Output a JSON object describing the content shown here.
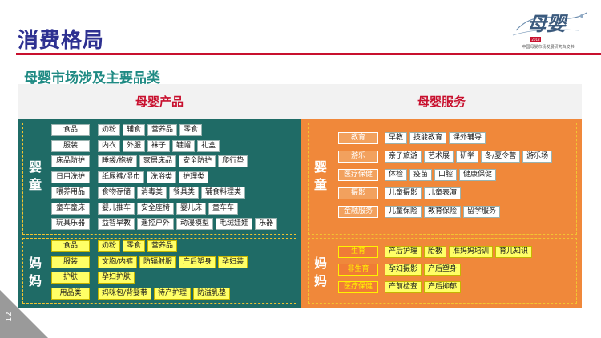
{
  "page": {
    "title": "消费格局",
    "subtitle": "母婴市场涉及主要品类",
    "page_number": "12"
  },
  "logo": {
    "main": "母婴",
    "seal": "2018",
    "sub": "中国母婴市场发展研究白皮书"
  },
  "colors": {
    "title": "#2e3191",
    "accent_red": "#c8102e",
    "teal_panel": "#1f6b66",
    "orange_panel": "#f0883a",
    "highlight_yellow": "#ffff66"
  },
  "products": {
    "header": "母婴产品",
    "baby": {
      "label": "婴童",
      "rows": [
        {
          "category": "食品",
          "items": [
            "奶粉",
            "辅食",
            "营养品",
            "零食"
          ]
        },
        {
          "category": "服装",
          "items": [
            "内衣",
            "外服",
            "袜子",
            "鞋帽",
            "礼盒"
          ]
        },
        {
          "category": "床品防护",
          "items": [
            "睡袋/抱被",
            "家居床品",
            "安全防护",
            "爬行垫"
          ]
        },
        {
          "category": "日用洗护",
          "items": [
            "纸尿裤/湿巾",
            "洗浴类",
            "护理类"
          ]
        },
        {
          "category": "喂养用品",
          "items": [
            "食物存储",
            "消毒类",
            "餐具类",
            "辅食料理类"
          ]
        },
        {
          "category": "童车童床",
          "items": [
            "婴儿推车",
            "安全座椅",
            "婴儿床",
            "童车车"
          ]
        },
        {
          "category": "玩具乐器",
          "items": [
            "益智早教",
            "遥控户外",
            "动漫模型",
            "毛绒娃娃",
            "乐器"
          ]
        }
      ]
    },
    "mother": {
      "label": "妈妈",
      "rows": [
        {
          "category": "食品",
          "items": [
            "奶粉",
            "零食",
            "营养品"
          ]
        },
        {
          "category": "服装",
          "items": [
            "文胸/内裤",
            "防辐射服",
            "产后塑身",
            "孕妇装"
          ]
        },
        {
          "category": "护肤",
          "items": [
            "孕妇护肤"
          ]
        },
        {
          "category": "用品类",
          "items": [
            "妈咪包/背婴带",
            "待产护理",
            "防溢乳垫"
          ]
        }
      ]
    }
  },
  "services": {
    "header": "母婴服务",
    "baby": {
      "label": "婴童",
      "rows": [
        {
          "category": "教育",
          "items": [
            "早教",
            "技能教育",
            "课外辅导"
          ]
        },
        {
          "category": "游乐",
          "items": [
            "亲子旅游",
            "艺术展",
            "研学",
            "冬/夏令营",
            "游乐场"
          ]
        },
        {
          "category": "医疗保健",
          "items": [
            "体检",
            "疫苗",
            "口腔",
            "健康保健"
          ]
        },
        {
          "category": "摄影",
          "items": [
            "儿童摄影",
            "儿童表演"
          ]
        },
        {
          "category": "金融服务",
          "items": [
            "儿童保险",
            "教育保险",
            "留学服务"
          ]
        }
      ]
    },
    "mother": {
      "label": "妈妈",
      "rows": [
        {
          "category": "生育",
          "items": [
            "产后护理",
            "胎教",
            "准妈妈培训",
            "育儿知识"
          ]
        },
        {
          "category": "非生育",
          "items": [
            "孕妇摄影",
            "产后塑身"
          ]
        },
        {
          "category": "医疗保健",
          "items": [
            "产前检查",
            "产后抑郁"
          ]
        }
      ]
    }
  }
}
